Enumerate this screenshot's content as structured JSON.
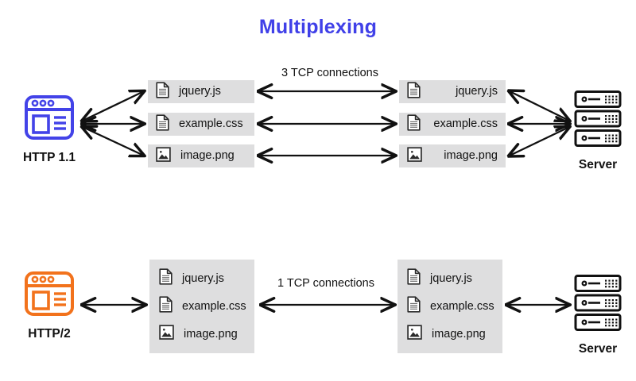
{
  "page": {
    "title": "Multiplexing",
    "title_color": "#4040e8",
    "background": "#ffffff",
    "chip_color": "#dededf",
    "arrow_color": "#111111"
  },
  "sections": [
    {
      "id": "http1",
      "protocol_label": "HTTP 1.1",
      "protocol_color": "#4343e8",
      "client_icon": "browser-window-icon",
      "server_label": "Server",
      "server_icon": "server-rack-icon",
      "connection_label": "3 TCP connections",
      "connection_count": 3,
      "grouping": "separate",
      "files": [
        {
          "name": "jquery.js",
          "icon": "document-file-icon"
        },
        {
          "name": "example.css",
          "icon": "document-file-icon"
        },
        {
          "name": "image.png",
          "icon": "image-file-icon"
        }
      ]
    },
    {
      "id": "http2",
      "protocol_label": "HTTP/2",
      "protocol_color": "#f2721c",
      "client_icon": "browser-window-icon",
      "server_label": "Server",
      "server_icon": "server-rack-icon",
      "connection_label": "1 TCP connections",
      "connection_count": 1,
      "grouping": "multiplexed",
      "files": [
        {
          "name": "jquery.js",
          "icon": "document-file-icon"
        },
        {
          "name": "example.css",
          "icon": "document-file-icon"
        },
        {
          "name": "image.png",
          "icon": "image-file-icon"
        }
      ]
    }
  ]
}
